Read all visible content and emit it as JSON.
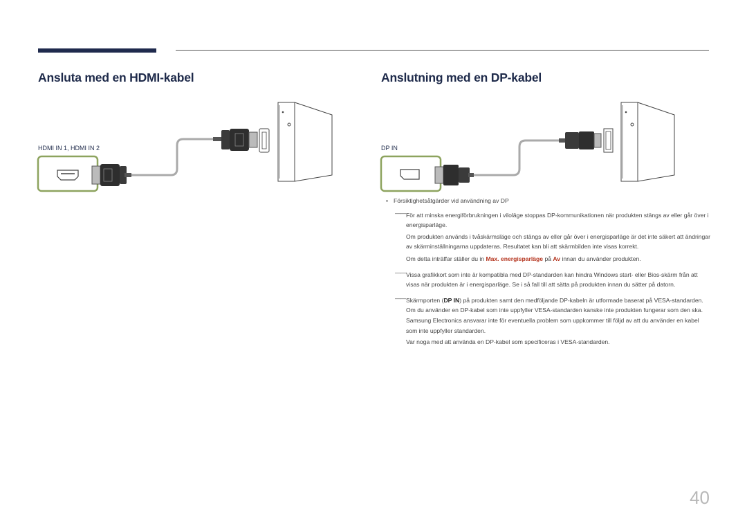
{
  "sections": {
    "hdmi": {
      "title": "Ansluta med en HDMI-kabel",
      "port_label": "HDMI IN 1,  HDMI IN 2"
    },
    "dp": {
      "title": "Anslutning med en DP-kabel",
      "port_label": "DP IN"
    }
  },
  "notes": {
    "bullet": "Försiktighetsåtgärder vid användning av DP",
    "note1": "För att minska energiförbrukningen i viloläge stoppas DP-kommunikationen när produkten stängs av eller går över i energisparläge.",
    "note1_p2": "Om produkten används i tvåskärmsläge och stängs av eller går över i energisparläge är det inte säkert att ändringar av skärminställningarna uppdateras. Resultatet kan bli att skärmbilden inte visas korrekt.",
    "note1_p3_a": "Om detta inträffar ställer du in ",
    "note1_p3_hl1": "Max. energisparläge",
    "note1_p3_b": " på ",
    "note1_p3_hl2": "Av",
    "note1_p3_c": " innan du använder produkten.",
    "note2": "Vissa grafikkort som inte är kompatibla med DP-standarden kan hindra Windows start- eller Bios-skärm från att visas när produkten är i energisparläge. Se i så fall till att sätta på produkten innan du sätter på datorn.",
    "note3_a": "Skärmporten (",
    "note3_hl": "DP IN",
    "note3_b": ") på produkten samt den medföljande DP-kabeln är utformade baserat på VESA-standarden. Om du använder en DP-kabel som inte uppfyller VESA-standarden kanske inte produkten fungerar som den ska. Samsung Electronics ansvarar inte för eventuella problem som uppkommer till följd av att du använder en kabel som inte uppfyller standarden.",
    "note3_p2": "Var noga med att använda en DP-kabel som specificeras i VESA-standarden."
  },
  "page_number": "40",
  "colors": {
    "accent_red": "#b5351f",
    "title_navy": "#1e2a4a",
    "port_frame_green": "#8da35e"
  }
}
